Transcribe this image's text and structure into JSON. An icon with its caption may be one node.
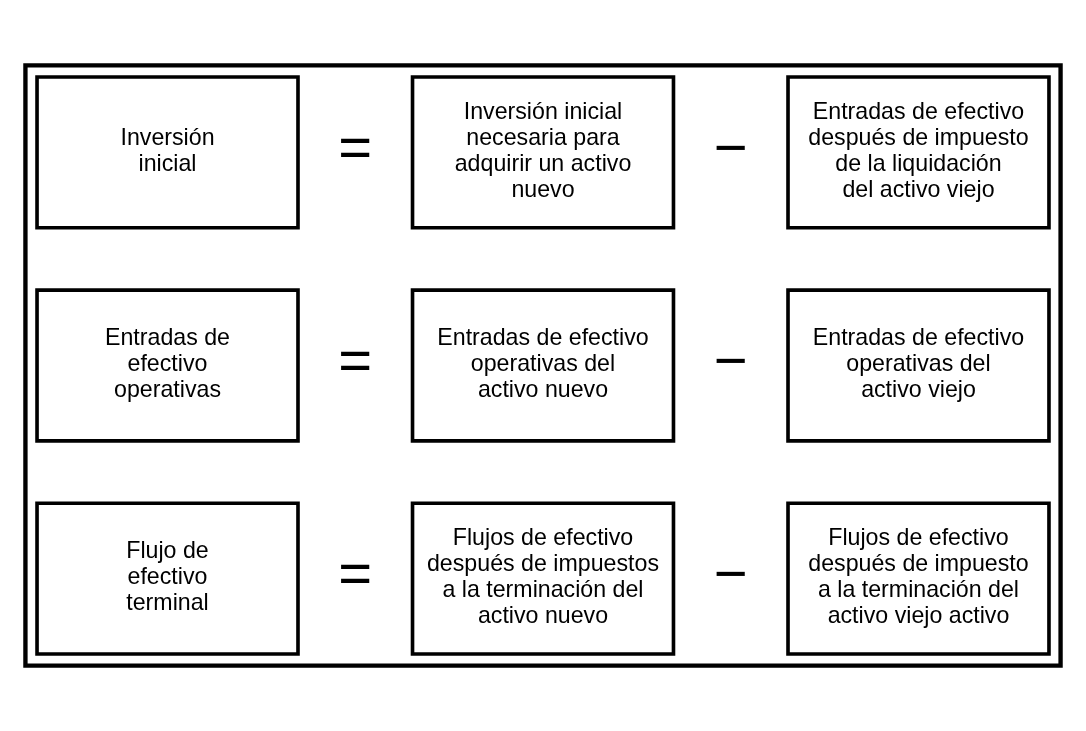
{
  "diagram": {
    "nodes": [
      {
        "text": [],
        "shape": "box"
      },
      {
        "text": [
          "Inversión inicial"
        ],
        "in": 0
      },
      {
        "text": [
          "Inversión inicial necesaria para adquirir un activo nuevo"
        ],
        "in": 0
      },
      {
        "text": [
          "Entradas de efectivo después de impuesto de la liquidación del activo viejo"
        ],
        "in": 0
      },
      {
        "text": [
          "Entradas de efectivo operativas"
        ],
        "in": 0
      },
      {
        "text": [
          "Entradas de efectivo operativas del activo nuevo"
        ],
        "in": 0
      },
      {
        "text": [
          "Entradas de efectivo operativas del activo viejo"
        ],
        "in": 0
      },
      {
        "text": [
          "Flujo de efectivo terminal"
        ],
        "in": 0
      },
      {
        "text": [
          "Flujos de efectivo después de impuestos a la terminación del activo nuevo"
        ],
        "in": 0
      },
      {
        "text": [
          "Flujos de efectivo después de impuesto a la terminación del activo viejo activo"
        ],
        "in": 0
      }
    ],
    "labels": [
      "=",
      "−",
      "=",
      "−",
      "=",
      "−"
    ]
  }
}
